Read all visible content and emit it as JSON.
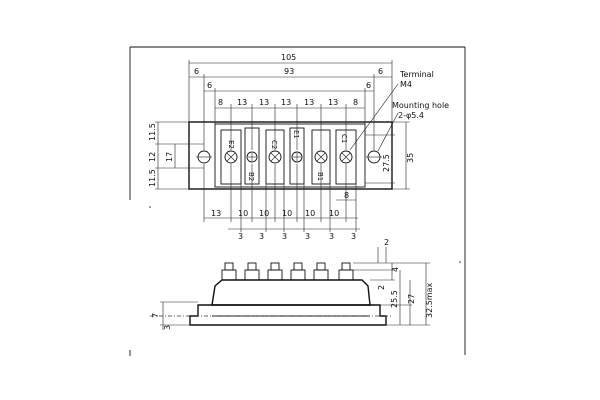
{
  "drawing": {
    "top_view": {
      "overall_width": "105",
      "inner_width": "93",
      "edge_left": "6",
      "edge_right": "6",
      "inner_edge_left": "6",
      "inner_edge_right": "6",
      "pitch_row": [
        "8",
        "13",
        "13",
        "13",
        "13",
        "13",
        "8"
      ],
      "bottom_pitch": [
        "13",
        "10",
        "10",
        "10",
        "10",
        "10",
        "8"
      ],
      "bottom_gap": [
        "3",
        "3",
        "3",
        "3",
        "3",
        "3"
      ],
      "left_heights": [
        "11.5",
        "12",
        "11.5"
      ],
      "left_inner": "17",
      "right_heights": [
        "27.5",
        "35"
      ],
      "terminal_labels": [
        "E2",
        "B2",
        "C2",
        "E1",
        "B1",
        "C1"
      ]
    },
    "side_view": {
      "top_gap": "2",
      "right_dims": [
        "4",
        "2",
        "27",
        "25.5",
        "32.5max"
      ],
      "left_dims": [
        "7",
        "3"
      ]
    },
    "notes": {
      "terminal_title": "Terminal",
      "terminal_size": "M4",
      "hole_title": "Mounting hole",
      "hole_size": "2-φ5.4"
    }
  }
}
